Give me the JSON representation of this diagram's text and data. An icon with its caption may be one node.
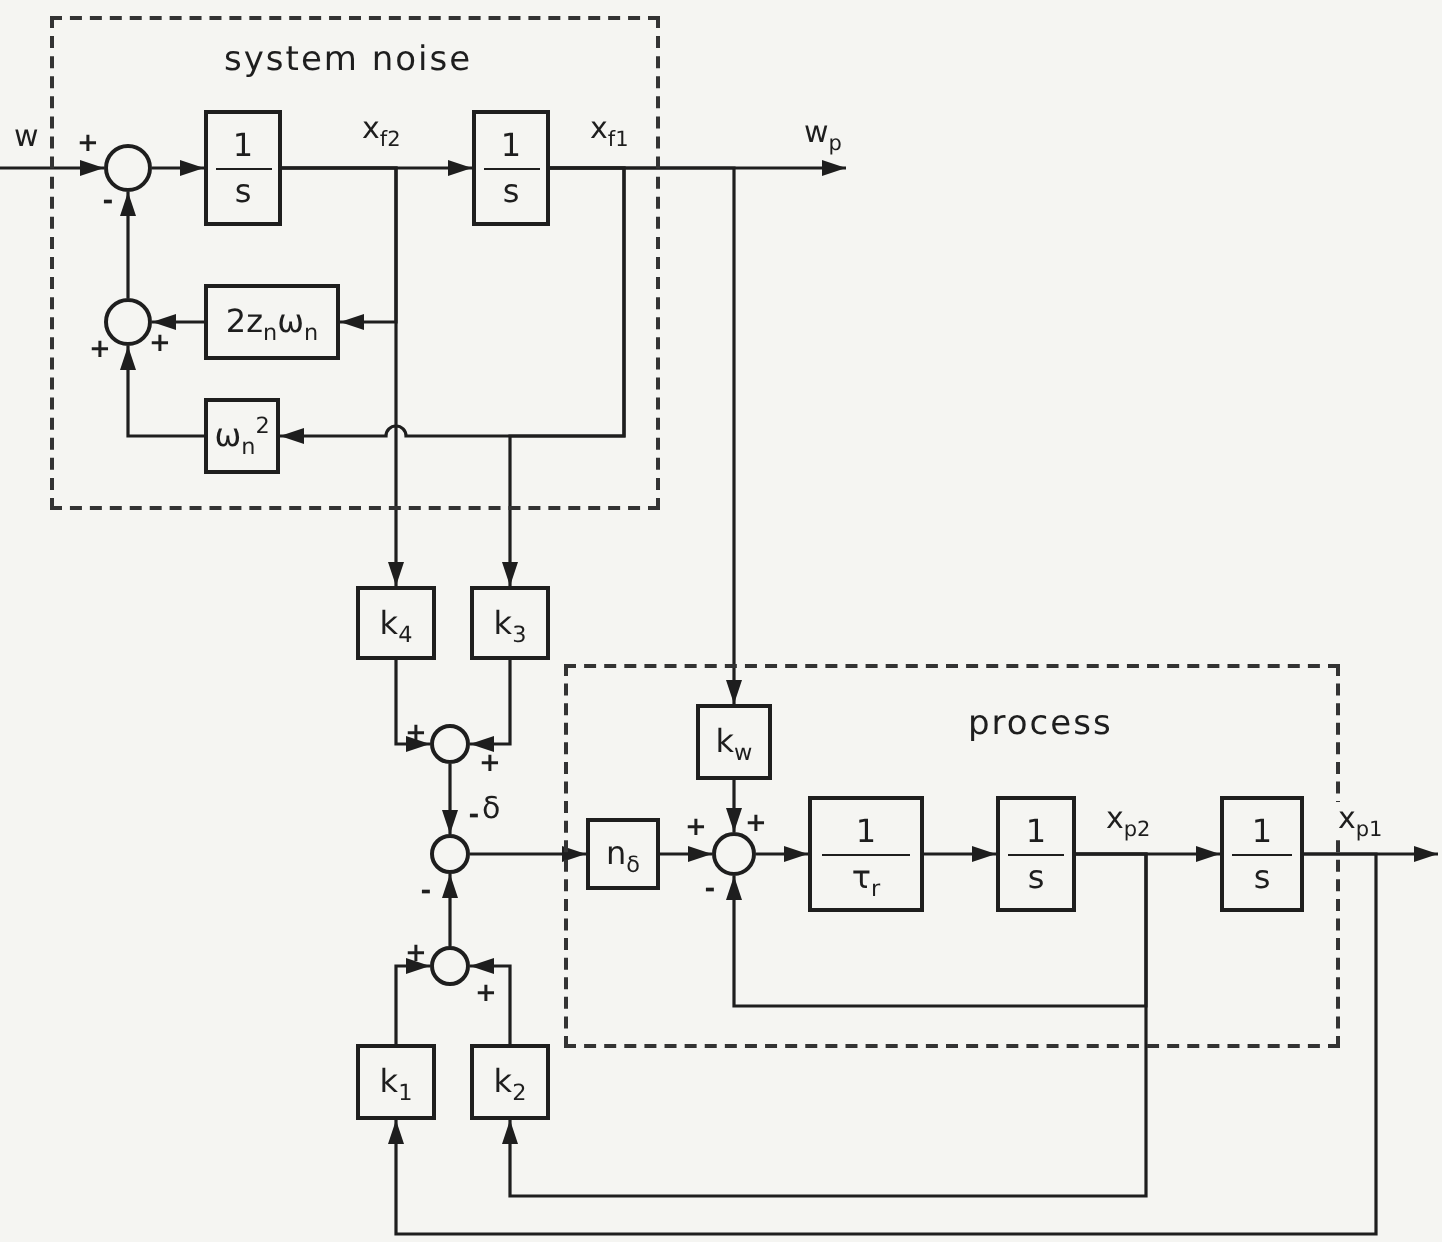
{
  "diagram": {
    "nodes": [
      {
        "text": [
          "system noise"
        ]
      },
      {
        "text": [],
        "shape": "circle",
        "in": 0,
        "beside": [
          "+",
          "-"
        ]
      },
      {
        "text": [
          "1",
          "s"
        ],
        "in": 0
      },
      {
        "text": [
          "1",
          "s"
        ],
        "in": 0
      },
      {
        "text": [],
        "shape": "circle",
        "in": 0,
        "beside": [
          "+",
          "+"
        ]
      },
      {
        "text": [
          "2z$_{n}$ω$_{n}$"
        ],
        "in": 0
      },
      {
        "text": [
          "ω$_{n}$$^{2}$"
        ],
        "in": 0
      },
      {
        "text": [
          "k$_{4}$"
        ]
      },
      {
        "text": [
          "k$_{3}$"
        ]
      },
      {
        "text": [],
        "shape": "circle",
        "beside": [
          "+",
          "+"
        ]
      },
      {
        "text": [],
        "shape": "circle",
        "beside": [
          "-",
          "-"
        ]
      },
      {
        "text": [],
        "shape": "circle",
        "beside": [
          "+",
          "+"
        ]
      },
      {
        "text": [
          "k$_{1}$"
        ]
      },
      {
        "text": [
          "k$_{2}$"
        ]
      },
      {
        "text": [
          "process"
        ]
      },
      {
        "text": [
          "n$_{δ}$"
        ],
        "in": 14
      },
      {
        "text": [
          "k$_{w}$"
        ],
        "in": 14
      },
      {
        "text": [],
        "shape": "circle",
        "in": 14,
        "beside": [
          "+",
          "+",
          "-"
        ]
      },
      {
        "text": [
          "1",
          "τ$_{r}$"
        ],
        "in": 14
      },
      {
        "text": [
          "1",
          "s"
        ],
        "in": 14
      },
      {
        "text": [
          "1",
          "s"
        ],
        "in": 14
      }
    ],
    "edges": [
      {
        "from": null,
        "to": 1,
        "arrow": "to",
        "label": "w"
      },
      {
        "from": 1,
        "to": 2,
        "arrow": "to"
      },
      {
        "from": 2,
        "to": 3,
        "arrow": "to",
        "label": "x$_{f2}$"
      },
      {
        "from": 3,
        "to": null,
        "arrow": "to",
        "label": "w$_{p}$"
      },
      {
        "from": 2,
        "to": 5,
        "arrow": "to"
      },
      {
        "from": 3,
        "to": 6,
        "arrow": "to",
        "label": "x$_{f1}$"
      },
      {
        "from": 5,
        "to": 4,
        "arrow": "to"
      },
      {
        "from": 6,
        "to": 4,
        "arrow": "to"
      },
      {
        "from": 4,
        "to": 1,
        "arrow": "to"
      },
      {
        "from": 2,
        "to": 7,
        "arrow": "to"
      },
      {
        "from": 3,
        "to": 8,
        "arrow": "to"
      },
      {
        "from": 3,
        "to": 16,
        "arrow": "to"
      },
      {
        "from": 7,
        "to": 9,
        "arrow": "to"
      },
      {
        "from": 8,
        "to": 9,
        "arrow": "to"
      },
      {
        "from": 9,
        "to": 10,
        "arrow": "to"
      },
      {
        "from": 12,
        "to": 11,
        "arrow": "to"
      },
      {
        "from": 13,
        "to": 11,
        "arrow": "to"
      },
      {
        "from": 11,
        "to": 10,
        "arrow": "to"
      },
      {
        "from": 10,
        "to": 15,
        "arrow": "to",
        "label": "δ"
      },
      {
        "from": 15,
        "to": 17,
        "arrow": "to"
      },
      {
        "from": 16,
        "to": 17,
        "arrow": "to"
      },
      {
        "from": 17,
        "to": 18,
        "arrow": "to"
      },
      {
        "from": 18,
        "to": 19,
        "arrow": "to"
      },
      {
        "from": 19,
        "to": 20,
        "arrow": "to",
        "label": "x$_{p2}$"
      },
      {
        "from": 20,
        "to": null,
        "arrow": "to",
        "label": "x$_{p1}$"
      },
      {
        "from": 19,
        "to": 17,
        "arrow": "to"
      },
      {
        "from": 19,
        "to": 13,
        "arrow": "to"
      },
      {
        "from": 20,
        "to": 12,
        "arrow": "to"
      }
    ]
  }
}
